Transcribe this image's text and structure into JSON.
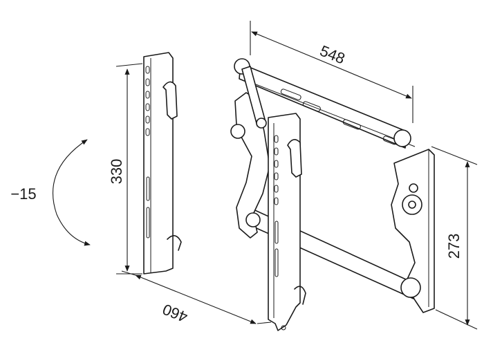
{
  "dimensions": {
    "width_label": "548",
    "height_label": "273",
    "bracket_length_label": "330",
    "spacing_label": "460",
    "tilt_label": "−15"
  },
  "colors": {
    "stroke": "#1a1a1a",
    "background": "#ffffff"
  }
}
